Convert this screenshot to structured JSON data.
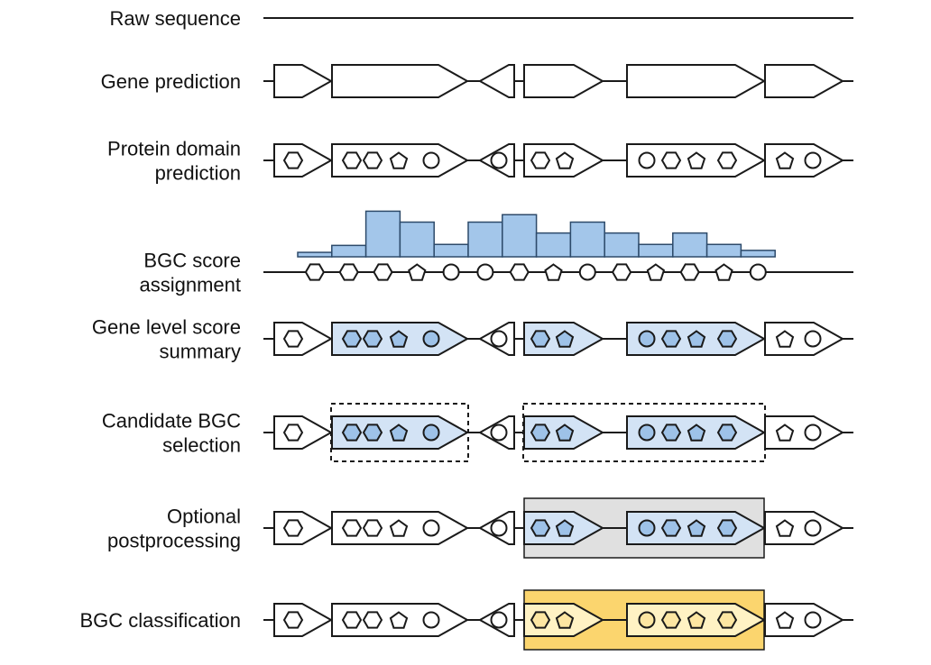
{
  "rows": [
    {
      "lines": [
        "Raw sequence"
      ]
    },
    {
      "lines": [
        "Gene prediction"
      ]
    },
    {
      "lines": [
        "Protein domain",
        "prediction"
      ]
    },
    {
      "lines": [
        "BGC score",
        "assignment"
      ]
    },
    {
      "lines": [
        "Gene level score",
        "summary"
      ]
    },
    {
      "lines": [
        "Candidate BGC",
        "selection"
      ]
    },
    {
      "lines": [
        "Optional",
        "postprocessing"
      ]
    },
    {
      "lines": [
        "BGC classification"
      ]
    }
  ],
  "colors": {
    "stroke": "#1a1a1a",
    "scored_gene_fill": "#d3e3f5",
    "scored_domain_fill": "#9ec2e8",
    "histogram_fill": "#a3c6ea",
    "histogram_stroke": "#2d4a6a",
    "postprocessing_box": "#e0e0e0",
    "classified_box": "#fbd56e",
    "classified_gene_fill": "#fff2c4",
    "classified_domain_fill": "#fde6a2"
  },
  "genes": [
    {
      "id": "g1",
      "direction": "forward",
      "domains": [
        "hexagon"
      ]
    },
    {
      "id": "g2",
      "direction": "forward",
      "domains": [
        "hexagon",
        "hexagon",
        "pentagon",
        "circle"
      ]
    },
    {
      "id": "g3",
      "direction": "reverse",
      "domains": [
        "circle"
      ]
    },
    {
      "id": "g4",
      "direction": "forward",
      "domains": [
        "hexagon",
        "pentagon"
      ]
    },
    {
      "id": "g5",
      "direction": "forward",
      "domains": [
        "circle",
        "hexagon",
        "pentagon",
        "hexagon"
      ]
    },
    {
      "id": "g6",
      "direction": "forward",
      "domains": [
        "pentagon",
        "circle"
      ]
    }
  ],
  "domain_sequence": [
    "hexagon",
    "hexagon",
    "hexagon",
    "pentagon",
    "circle",
    "circle",
    "hexagon",
    "pentagon",
    "circle",
    "hexagon",
    "pentagon",
    "hexagon",
    "pentagon",
    "circle"
  ],
  "bgc_scores": [
    0.09,
    0.23,
    0.92,
    0.7,
    0.25,
    0.7,
    0.85,
    0.48,
    0.7,
    0.48,
    0.25,
    0.48,
    0.25,
    0.13
  ],
  "scored_genes": [
    "g2",
    "g4",
    "g5"
  ],
  "candidate_groups": [
    [
      "g2"
    ],
    [
      "g4",
      "g5"
    ]
  ],
  "postprocessed_groups": [
    [
      "g4",
      "g5"
    ]
  ],
  "classified_groups": [
    [
      "g4",
      "g5"
    ]
  ]
}
